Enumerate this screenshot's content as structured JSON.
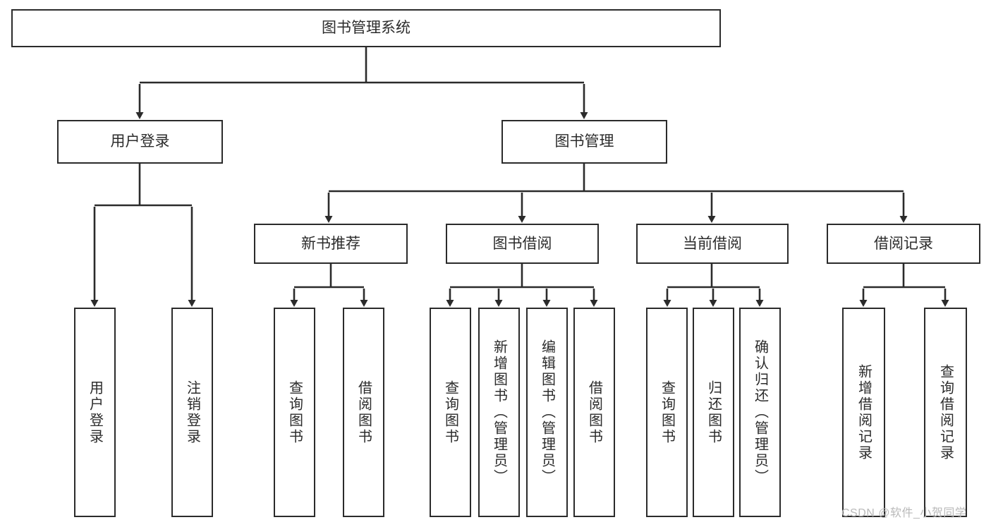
{
  "diagram": {
    "type": "tree-hierarchy-chart",
    "title": "图书管理系统",
    "theme": {
      "stroke": "#2b2b2b",
      "fill": "#ffffff",
      "text": "#2b2b2b",
      "watermark_color": "#b9b9b9"
    },
    "nodes": {
      "root": {
        "label": "图书管理系统"
      },
      "level1": [
        {
          "id": "user-login",
          "label": "用户登录"
        },
        {
          "id": "book-manage",
          "label": "图书管理"
        }
      ],
      "level2": [
        {
          "id": "new-book-recommend",
          "label": "新书推荐"
        },
        {
          "id": "book-borrow",
          "label": "图书借阅"
        },
        {
          "id": "current-borrow",
          "label": "当前借阅"
        },
        {
          "id": "borrow-record",
          "label": "借阅记录"
        }
      ],
      "leaves": {
        "user-login": [
          {
            "id": "leaf-user-login",
            "label": "用户登录"
          },
          {
            "id": "leaf-logout-login",
            "label": "注销登录"
          }
        ],
        "new-book-recommend": [
          {
            "id": "leaf-query-book-1",
            "label": "查询图书"
          },
          {
            "id": "leaf-borrow-book-1",
            "label": "借阅图书"
          }
        ],
        "book-borrow": [
          {
            "id": "leaf-query-book-2",
            "label": "查询图书"
          },
          {
            "id": "leaf-add-book-admin",
            "label": "新增图书（管理员）"
          },
          {
            "id": "leaf-edit-book-admin",
            "label": "编辑图书（管理员）"
          },
          {
            "id": "leaf-borrow-book-2",
            "label": "借阅图书"
          }
        ],
        "current-borrow": [
          {
            "id": "leaf-query-book-3",
            "label": "查询图书"
          },
          {
            "id": "leaf-return-book",
            "label": "归还图书"
          },
          {
            "id": "leaf-confirm-return-admin",
            "label": "确认归还（管理员）"
          }
        ],
        "borrow-record": [
          {
            "id": "leaf-add-borrow-record",
            "label": "新增借阅记录"
          },
          {
            "id": "leaf-query-borrow-record",
            "label": "查询借阅记录"
          }
        ]
      }
    },
    "watermark": "CSDN @软件_小贺同学"
  }
}
